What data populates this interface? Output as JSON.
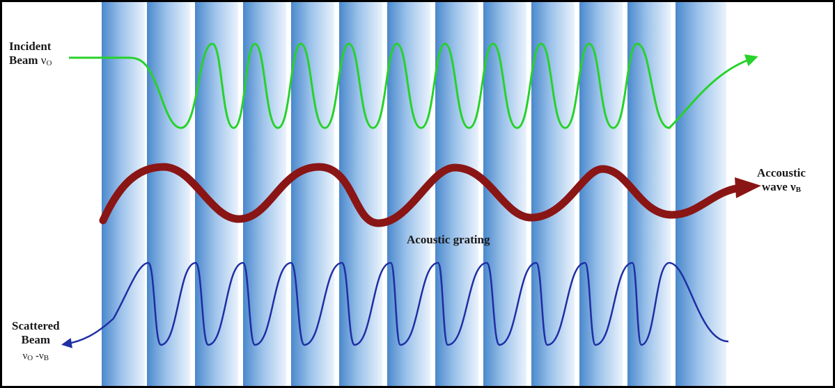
{
  "colors": {
    "incident": "#27d22a",
    "acoustic": "#8a1515",
    "scattered": "#1f2ea3",
    "stripe_dark": "#4f8fd0",
    "stripe_light": "#e8f1fb",
    "border": "#000000"
  },
  "labels": {
    "incident_line1": "Incident",
    "incident_line2": "Beam",
    "incident_symbol": "ν",
    "incident_sub": "O",
    "acoustic_line1": "Accoustic",
    "acoustic_line2": "wave",
    "acoustic_symbol": "ν",
    "acoustic_sub": "B",
    "grating": "Acoustic grating",
    "scattered_line1": "Scattered",
    "scattered_line2": "Beam",
    "scattered_freq_a": "ν",
    "scattered_sub_a": "O",
    "scattered_op": " -",
    "scattered_freq_b": "ν",
    "scattered_sub_b": "B"
  }
}
